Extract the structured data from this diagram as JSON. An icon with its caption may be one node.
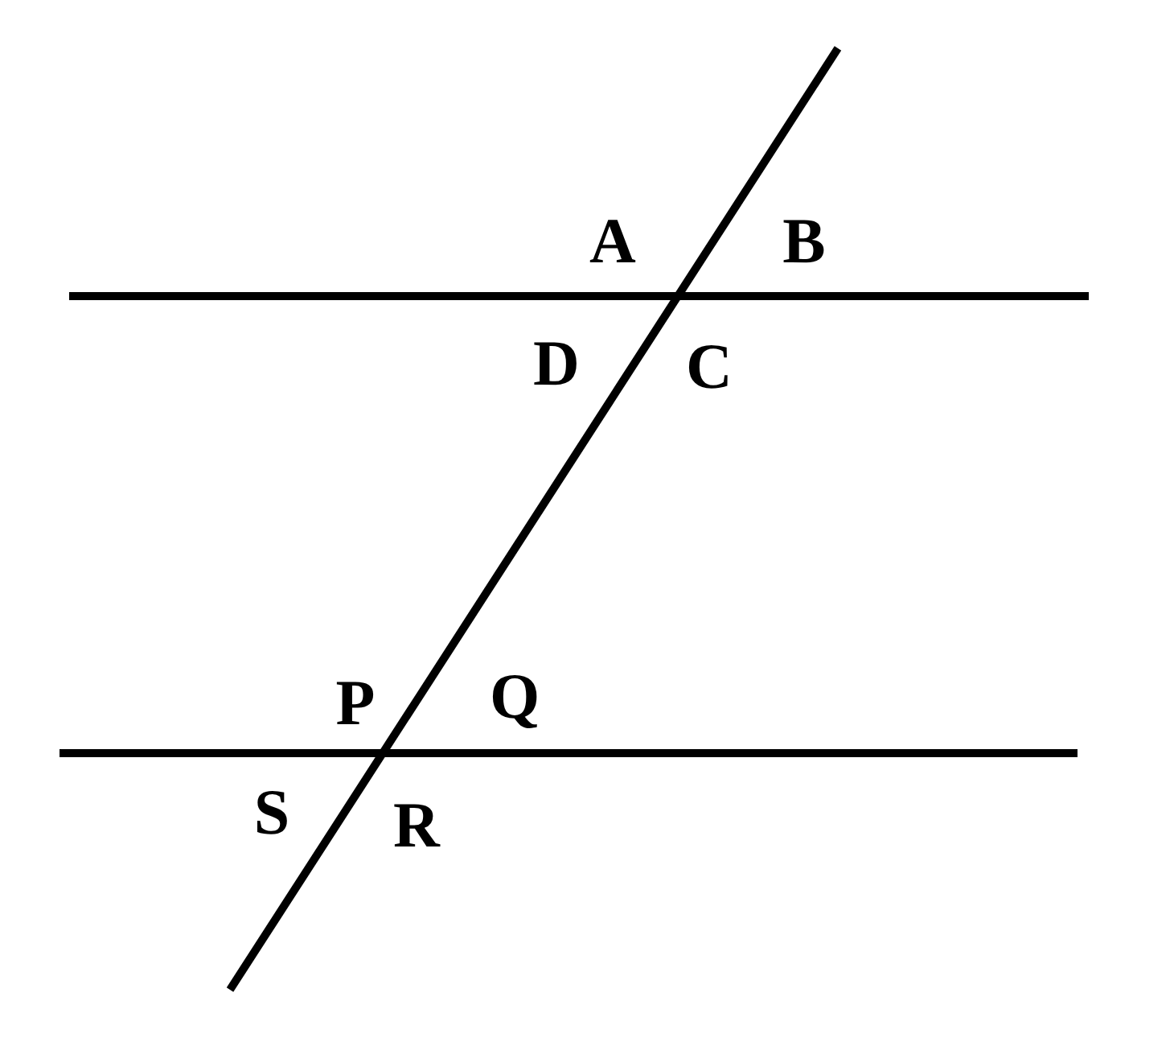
{
  "diagram": {
    "labels": [
      "A",
      "B",
      "D",
      "C",
      "P",
      "Q",
      "S",
      "R"
    ]
  }
}
